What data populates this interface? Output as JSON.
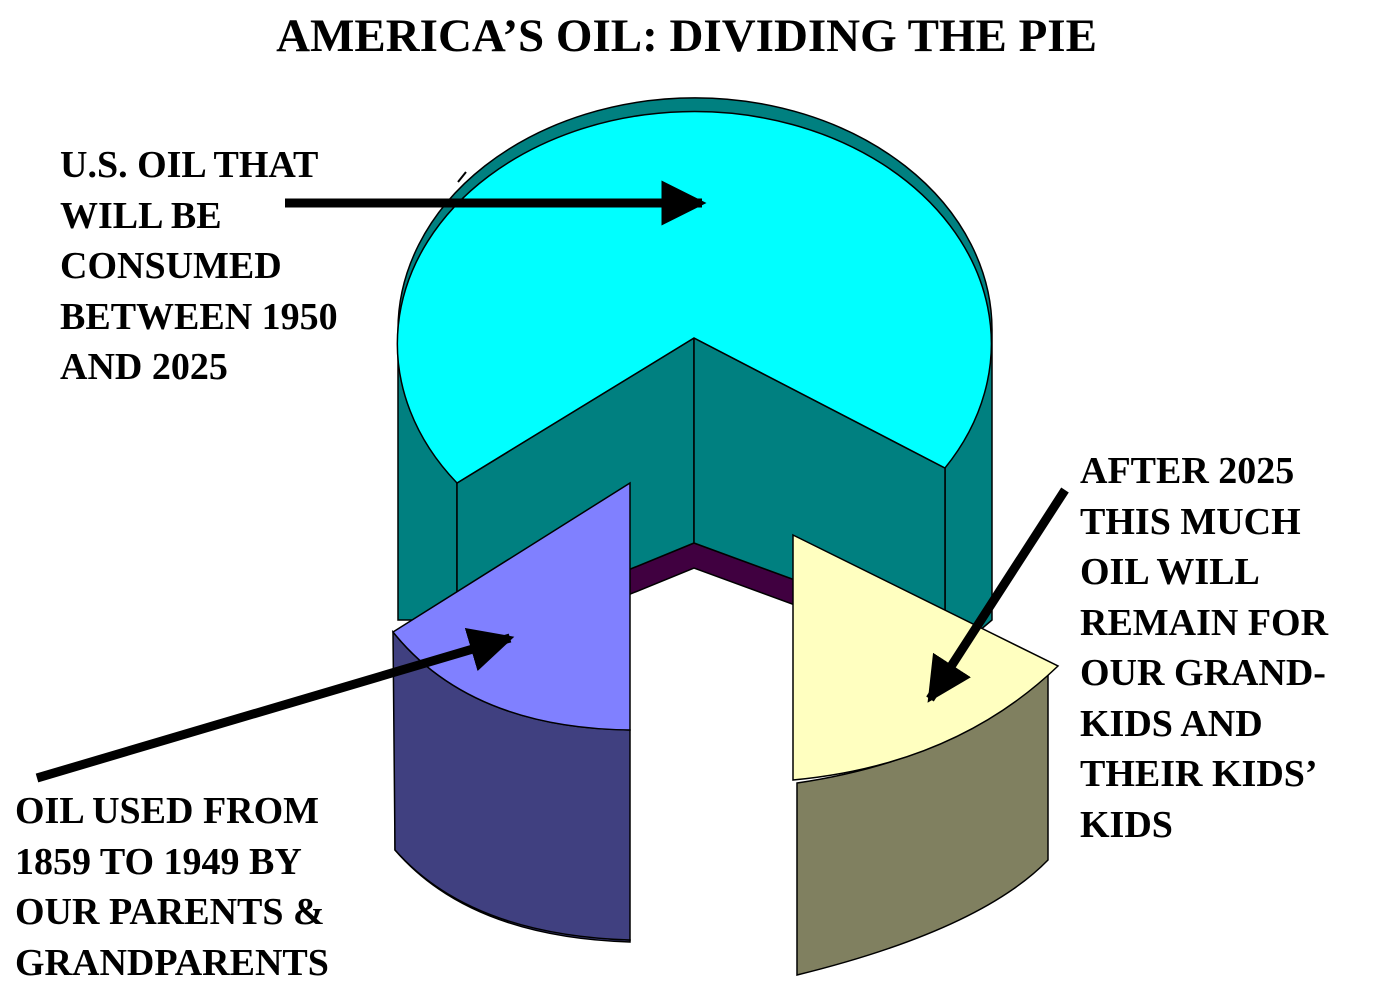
{
  "title": "AMERICA’S OIL: DIVIDING THE PIE",
  "chart_data": {
    "type": "pie",
    "style": "3d-exploded",
    "title": "AMERICA’S OIL: DIVIDING THE PIE",
    "slices": [
      {
        "key": "consumed",
        "label_lines": [
          "U.S. OIL THAT",
          "WILL BE",
          "CONSUMED",
          "BETWEEN 1950",
          "AND 2025"
        ],
        "share": 0.6667,
        "top_color": "#00FFFF",
        "side_color": "#008080"
      },
      {
        "key": "used",
        "label_lines": [
          "OIL USED FROM",
          "1859 TO 1949 BY",
          "OUR PARENTS &",
          "GRANDPARENTS"
        ],
        "share": 0.1667,
        "top_color": "#8080FF",
        "side_color": "#404080"
      },
      {
        "key": "remaining",
        "label_lines": [
          "AFTER 2025",
          "THIS MUCH",
          "OIL WILL",
          "REMAIN FOR",
          "OUR GRAND-",
          "KIDS AND",
          "THEIR KIDS’",
          "KIDS"
        ],
        "share": 0.1667,
        "top_color": "#FFFFC0",
        "side_color": "#808060"
      }
    ]
  },
  "colors": {
    "cut_face": "#008080",
    "cut_floor": "#400040",
    "arrow": "#000000"
  }
}
